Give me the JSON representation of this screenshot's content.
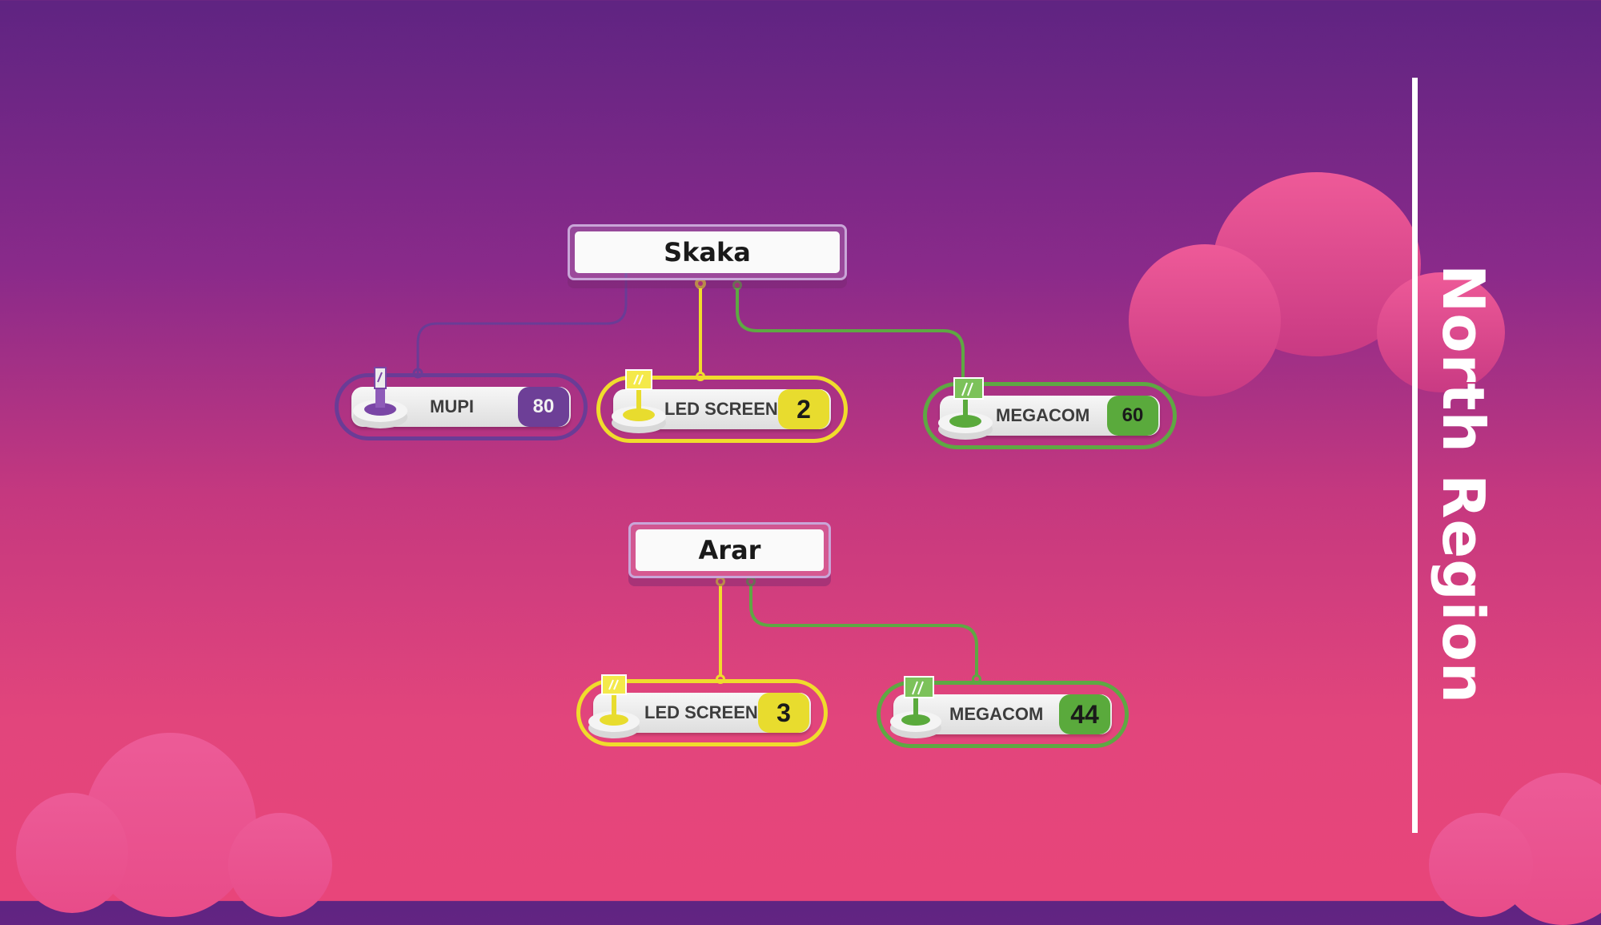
{
  "region": {
    "title": "North Region"
  },
  "colors": {
    "mupi": "#6d3f97",
    "mupi_border": "#6a3c96",
    "led": "#e8dc2e",
    "led_border": "#f0dc2c",
    "megacom": "#5aaa3c",
    "megacom_border": "#5ea843"
  },
  "cities": [
    {
      "name": "Skaka",
      "media": [
        {
          "type": "mupi",
          "label": "MUPI",
          "count": "80"
        },
        {
          "type": "led",
          "label": "LED SCREEN",
          "count": "2"
        },
        {
          "type": "megacom",
          "label": "MEGACOM",
          "count": "60"
        }
      ]
    },
    {
      "name": "Arar",
      "media": [
        {
          "type": "led",
          "label": "LED SCREEN",
          "count": "3"
        },
        {
          "type": "megacom",
          "label": "MEGACOM",
          "count": "44"
        }
      ]
    }
  ]
}
